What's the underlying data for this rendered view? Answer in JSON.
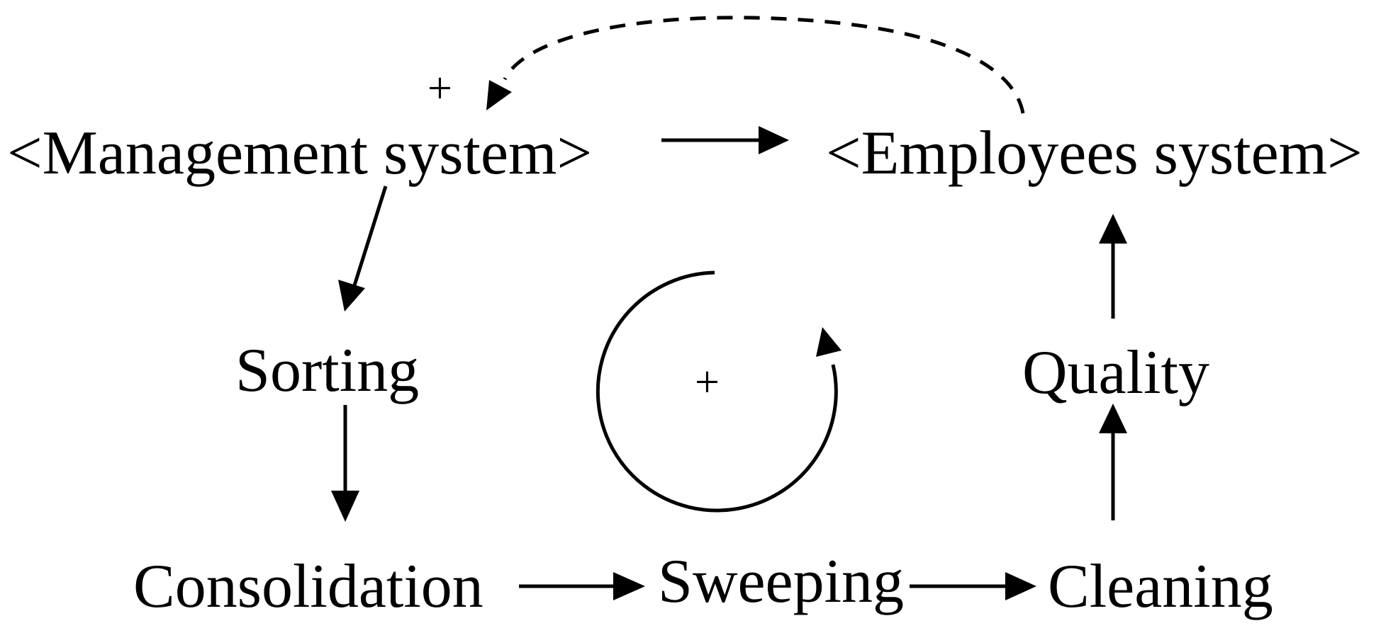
{
  "nodes": {
    "management_system": "<Management system>",
    "employees_system": "<Employees system>",
    "sorting": "Sorting",
    "consolidation": "Consolidation",
    "sweeping": "Sweeping",
    "cleaning": "Cleaning",
    "quality": "Quality"
  },
  "signs": {
    "feedback_link": "+",
    "loop_polarity": "+"
  },
  "colors": {
    "ink": "#000000",
    "background": "#ffffff"
  }
}
